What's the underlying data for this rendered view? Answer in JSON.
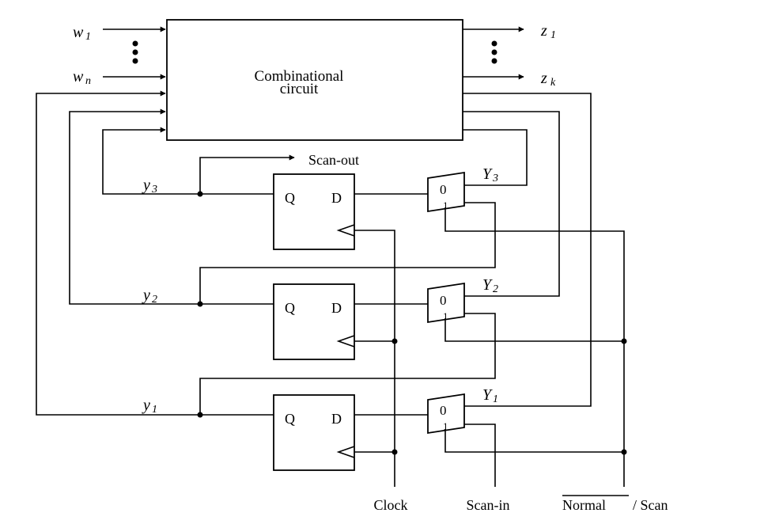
{
  "inputs": {
    "w1": {
      "var": "w",
      "sub": "1"
    },
    "wn": {
      "var": "w",
      "sub": "n"
    }
  },
  "outputs": {
    "z1": {
      "var": "z",
      "sub": "1"
    },
    "zk": {
      "var": "z",
      "sub": "k"
    }
  },
  "combinational": {
    "line1": "Combinational",
    "line2": "circuit"
  },
  "scan_out": "Scan-out",
  "flipflops": [
    {
      "q": "Q",
      "d": "D"
    },
    {
      "q": "Q",
      "d": "D"
    },
    {
      "q": "Q",
      "d": "D"
    }
  ],
  "state_vars": {
    "y3": {
      "var": "y",
      "sub": "3"
    },
    "y2": {
      "var": "y",
      "sub": "2"
    },
    "y1": {
      "var": "y",
      "sub": "1"
    }
  },
  "next_state": {
    "Y3": {
      "var": "Y",
      "sub": "3"
    },
    "Y2": {
      "var": "Y",
      "sub": "2"
    },
    "Y1": {
      "var": "Y",
      "sub": "1"
    }
  },
  "mux": {
    "sel0": "0",
    "sel1": "1"
  },
  "bottom": {
    "clock": "Clock",
    "scan_in": "Scan-in",
    "normal": "Normal",
    "scan": "/ Scan"
  },
  "colors": {
    "line": "#000000",
    "background": "#ffffff"
  },
  "icons": {
    "dots": "vertical-ellipsis",
    "arrow": "arrowhead"
  }
}
